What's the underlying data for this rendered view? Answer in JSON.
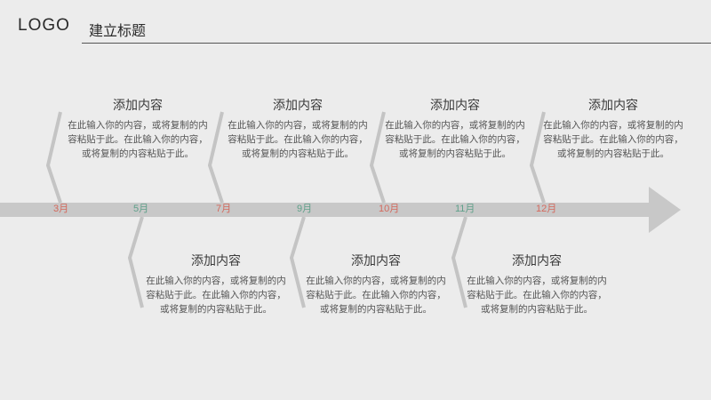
{
  "header": {
    "logo": "LOGO",
    "title": "建立标题"
  },
  "colors": {
    "month_red": "#d4695d",
    "month_green": "#5fa08a",
    "arrow": "#c8c8c8",
    "chevron": "#c4c4c4"
  },
  "months": [
    {
      "label": "3月",
      "color": "red"
    },
    {
      "label": "5月",
      "color": "green"
    },
    {
      "label": "7月",
      "color": "red"
    },
    {
      "label": "9月",
      "color": "green"
    },
    {
      "label": "10月",
      "color": "red"
    },
    {
      "label": "11月",
      "color": "green"
    },
    {
      "label": "12月",
      "color": "red"
    }
  ],
  "entries": [
    {
      "title": "添加内容",
      "text": "在此输入你的内容，或将复制的内容粘贴于此。在此输入你的内容，或将复制的内容粘贴于此。"
    },
    {
      "title": "添加内容",
      "text": "在此输入你的内容，或将复制的内容粘贴于此。在此输入你的内容，或将复制的内容粘贴于此。"
    },
    {
      "title": "添加内容",
      "text": "在此输入你的内容，或将复制的内容粘贴于此。在此输入你的内容，或将复制的内容粘贴于此。"
    },
    {
      "title": "添加内容",
      "text": "在此输入你的内容，或将复制的内容粘贴于此。在此输入你的内容，或将复制的内容粘贴于此。"
    },
    {
      "title": "添加内容",
      "text": "在此输入你的内容，或将复制的内容粘贴于此。在此输入你的内容，或将复制的内容粘贴于此。"
    },
    {
      "title": "添加内容",
      "text": "在此输入你的内容，或将复制的内容粘贴于此。在此输入你的内容，或将复制的内容粘贴于此。"
    },
    {
      "title": "添加内容",
      "text": "在此输入你的内容，或将复制的内容粘贴于此。在此输入你的内容，或将复制的内容粘贴于此。"
    }
  ]
}
